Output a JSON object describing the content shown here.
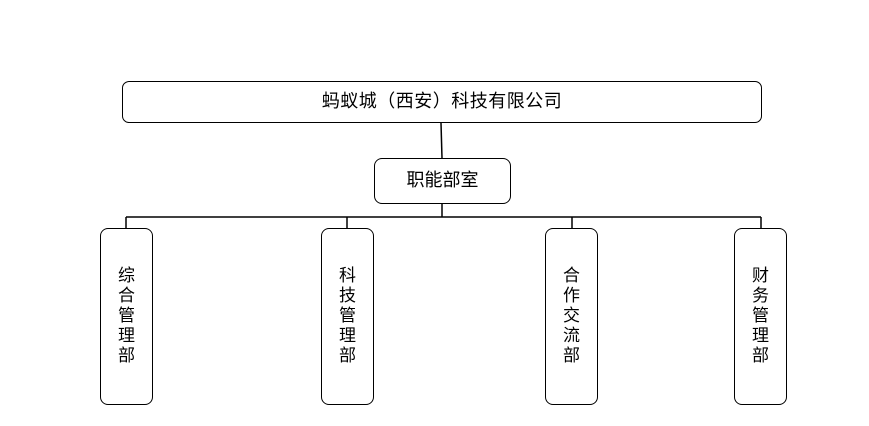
{
  "diagram": {
    "root": {
      "label": "蚂蚁城（西安）科技有限公司"
    },
    "middle": {
      "label": "职能部室"
    },
    "departments": [
      {
        "label": "综合管理部"
      },
      {
        "label": "科技管理部"
      },
      {
        "label": "合作交流部"
      },
      {
        "label": "财务管理部"
      }
    ]
  },
  "colors": {
    "line": "#000000",
    "background": "#ffffff",
    "text": "#000000"
  }
}
